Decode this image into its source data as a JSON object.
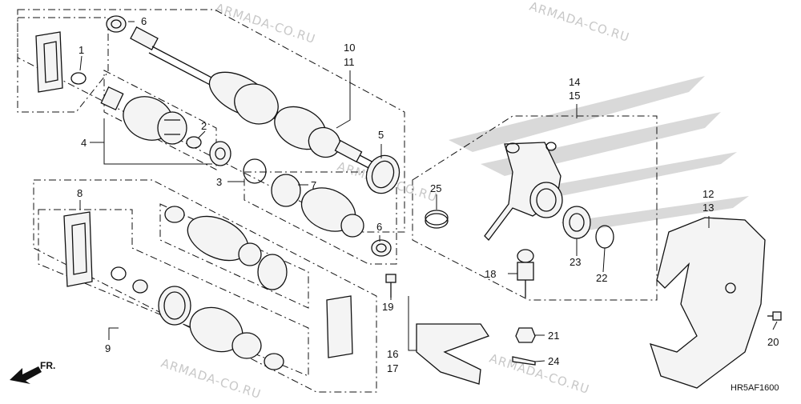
{
  "watermark": "ARMADA-CO.RU",
  "diagram_code": "HR5AF1600",
  "front_arrow_label": "FR.",
  "callouts": {
    "c1": "1",
    "c2": "2",
    "c3": "3",
    "c4": "4",
    "c5": "5",
    "c6a": "6",
    "c6b": "6",
    "c7": "7",
    "c8": "8",
    "c9": "9",
    "c10": "10",
    "c11": "11",
    "c12": "12",
    "c13": "13",
    "c14": "14",
    "c15": "15",
    "c16": "16",
    "c17": "17",
    "c18": "18",
    "c19": "19",
    "c20": "20",
    "c21": "21",
    "c22": "22",
    "c23": "23",
    "c24": "24",
    "c25": "25"
  }
}
